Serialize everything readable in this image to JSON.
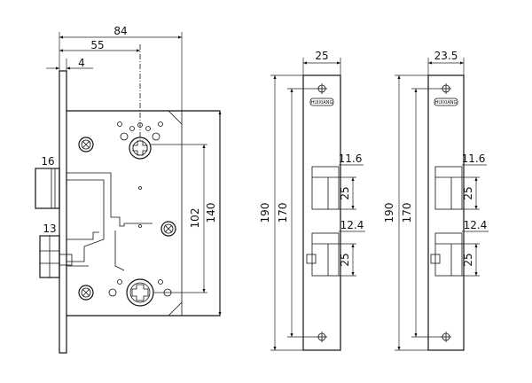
{
  "lock_body": {
    "dim_width_total": "84",
    "dim_backset": "55",
    "dim_faceplate": "4",
    "dim_latch_height": "16",
    "dim_deadbolt_height": "13",
    "dim_center_distance": "102",
    "dim_body_height": "140"
  },
  "strike_plate_a": {
    "dim_width": "25",
    "dim_overall_length": "190",
    "dim_screw_spacing": "170",
    "dim_upper_depth": "11.6",
    "dim_upper_height": "25",
    "dim_lower_depth": "12.4",
    "dim_lower_height": "25",
    "logo_text": "HUIXIANG"
  },
  "strike_plate_b": {
    "dim_width": "23.5",
    "dim_overall_length": "190",
    "dim_screw_spacing": "170",
    "dim_upper_depth": "11.6",
    "dim_upper_height": "25",
    "dim_lower_depth": "12.4",
    "dim_lower_height": "25",
    "logo_text": "HUIXIANG"
  }
}
